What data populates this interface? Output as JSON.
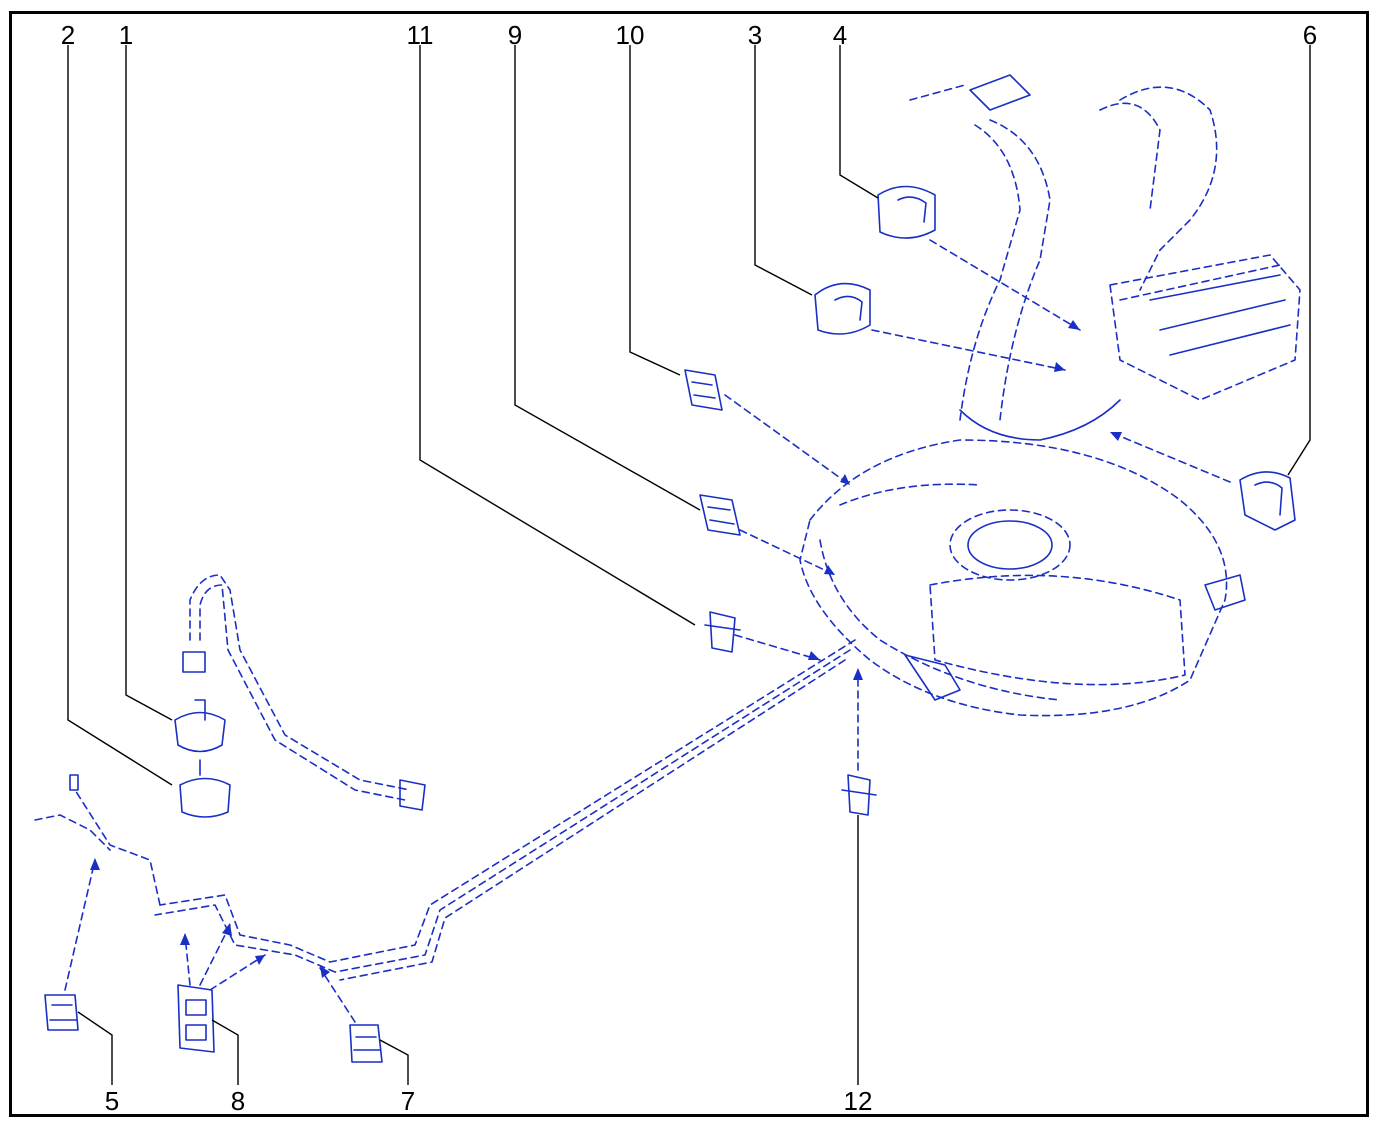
{
  "diagram": {
    "line_color": "#1a2fc4",
    "callouts": [
      {
        "id": "1",
        "label": "1"
      },
      {
        "id": "2",
        "label": "2"
      },
      {
        "id": "3",
        "label": "3"
      },
      {
        "id": "4",
        "label": "4"
      },
      {
        "id": "5",
        "label": "5"
      },
      {
        "id": "6",
        "label": "6"
      },
      {
        "id": "7",
        "label": "7"
      },
      {
        "id": "8",
        "label": "8"
      },
      {
        "id": "9",
        "label": "9"
      },
      {
        "id": "10",
        "label": "10"
      },
      {
        "id": "11",
        "label": "11"
      },
      {
        "id": "12",
        "label": "12"
      }
    ]
  }
}
